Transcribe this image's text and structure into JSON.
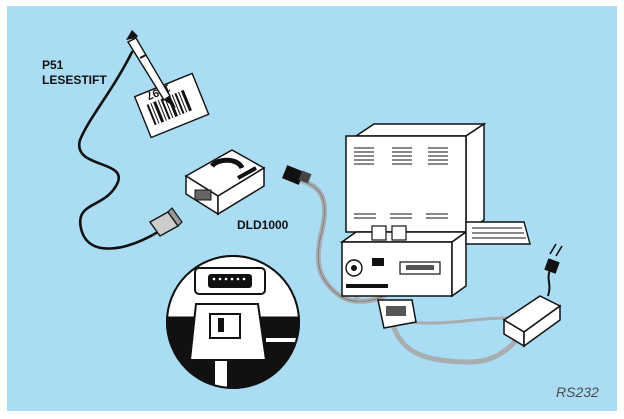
{
  "labels": {
    "pen_line1": "P51",
    "pen_line2": "LESESTIFT",
    "decoder": "DLD1000",
    "interface": "RS232"
  },
  "barcode_card_text": "1597",
  "colors": {
    "background": "#aadcf4",
    "frame": "#ffffff",
    "cable": "#a8adb0",
    "device_fill": "#ffffff",
    "outline": "#111111"
  },
  "icons": [
    "barcode-pen-icon",
    "barcode-card-icon",
    "decoder-box-icon",
    "computer-icon",
    "keyboard-icon",
    "power-adapter-icon",
    "power-plug-icon",
    "connector-zoom-icon"
  ]
}
